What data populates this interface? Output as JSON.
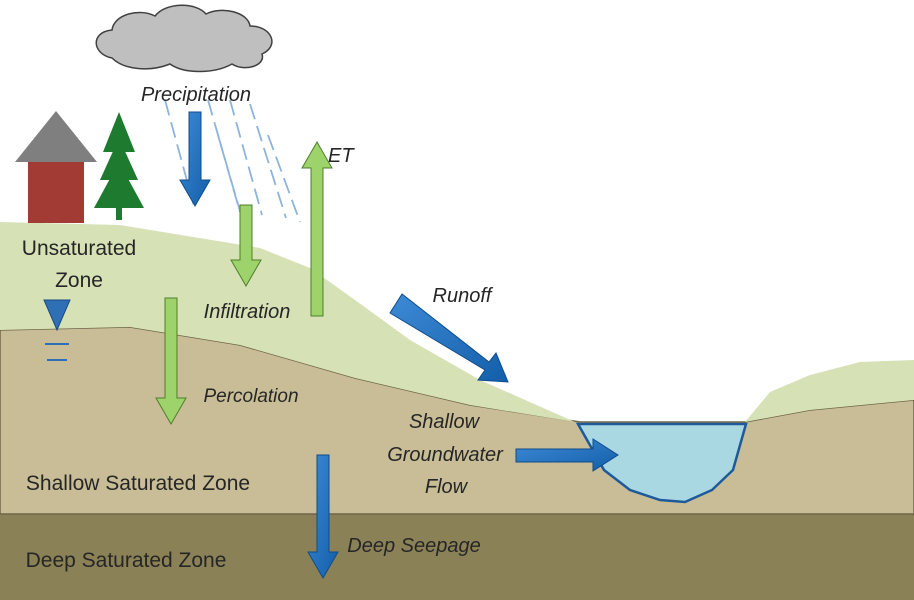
{
  "labels": {
    "precipitation": "Precipitation",
    "et": "ET",
    "unsaturated_line1": "Unsaturated",
    "unsaturated_line2": "Zone",
    "infiltration": "Infiltration",
    "runoff": "Runoff",
    "percolation": "Percolation",
    "shallow_flow_line1": "Shallow",
    "shallow_flow_line2": "Groundwater",
    "shallow_flow_line3": "Flow",
    "shallow_saturated_zone": "Shallow Saturated Zone",
    "deep_saturated_zone": "Deep Saturated Zone",
    "deep_seepage": "Deep Seepage"
  },
  "icons": {
    "cloud": "cloud-icon",
    "house": "house-icon",
    "tree": "tree-icon",
    "water_table": "water-table-icon"
  },
  "colors": {
    "unsaturated_zone": "#d6e2b6",
    "shallow_saturated": "#c8bd96",
    "deep_saturated": "#8b8157",
    "water": "#a9d8e3",
    "blue_arrow": "#1c6fc0",
    "green_arrow": "#9ed26b",
    "tree": "#1e7a2e",
    "house_wall": "#a33b35",
    "roof": "#7f7f7f",
    "cloud": "#bfbfbf"
  }
}
